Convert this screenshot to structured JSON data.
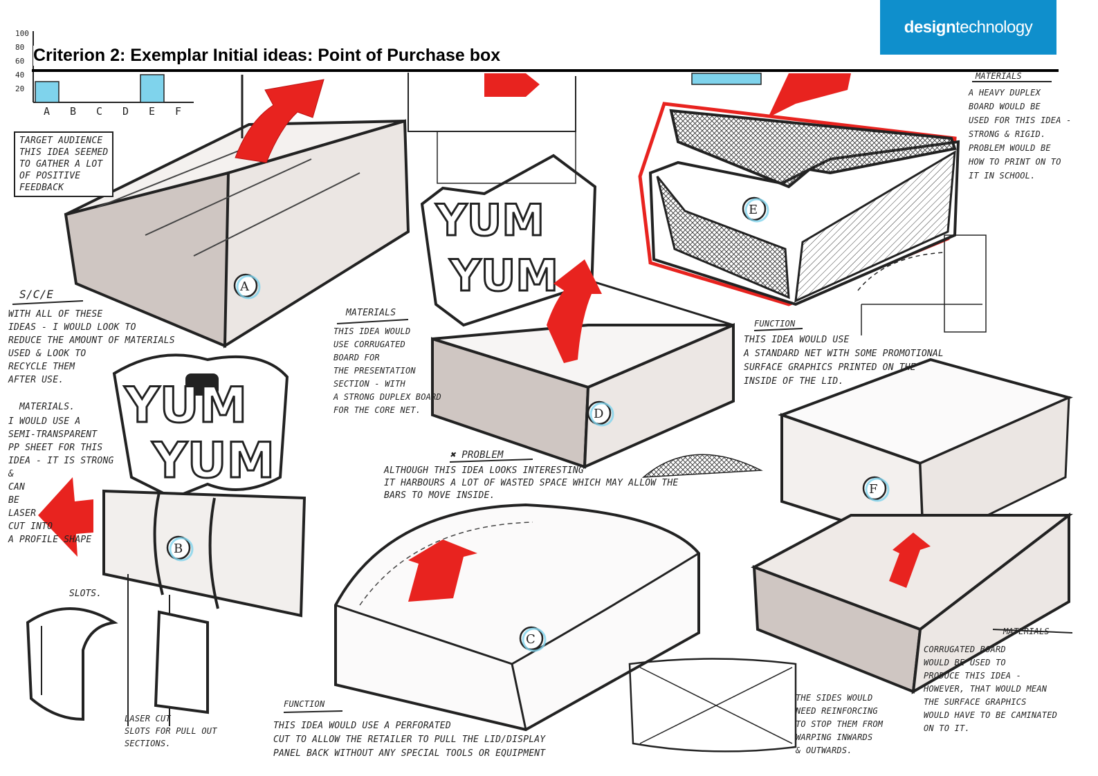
{
  "header": {
    "title": "Criterion 2: Exemplar Initial ideas: Point of Purchase box",
    "logo_bold": "design",
    "logo_light": "technology"
  },
  "chart": {
    "y_ticks": [
      "100",
      "80",
      "60",
      "40",
      "20"
    ],
    "x_ticks": [
      "A",
      "B",
      "C",
      "D",
      "E",
      "F"
    ],
    "bar_values": [
      30,
      0,
      0,
      0,
      40,
      0
    ]
  },
  "labels": {
    "a": "A",
    "b": "B",
    "c": "C",
    "d": "D",
    "e": "E",
    "f": "F",
    "yum1": "YUM",
    "yum2": "YUM",
    "yum3": "YUM",
    "yum4": "YUM",
    "slots": "SLOTS."
  },
  "notes": {
    "target": "TARGET AUDIENCE\nTHIS IDEA SEEMED\nTO GATHER A LOT\nOF POSITIVE\nFEEDBACK",
    "sie_heading": "S/C/E",
    "sie": "WITH ALL OF THESE\nIDEAS - I WOULD LOOK TO\nREDUCE THE AMOUNT OF MATERIALS\nUSED & LOOK TO\nRECYCLE THEM\nAFTER USE.",
    "materials_b_heading": "MATERIALS.",
    "materials_b": "I WOULD USE A\nSEMI-TRANSPARENT\nPP SHEET FOR THIS\nIDEA - IT IS STRONG\n&\nCAN\nBE\nLASER\nCUT INTO\nA PROFILE SHAPE",
    "materials_d_heading": "MATERIALS",
    "materials_d": "THIS IDEA WOULD\nUSE CORRUGATED\nBOARD FOR\nTHE PRESENTATION\nSECTION - WITH\nA STRONG DUPLEX BOARD\nFOR THE CORE NET.",
    "problem_heading": "PROBLEM",
    "problem": "ALTHOUGH THIS IDEA LOOKS INTERESTING\nIT HARBOURS A LOT OF WASTED SPACE WHICH MAY ALLOW THE\nBARS TO MOVE INSIDE.",
    "materials_e_heading": "MATERIALS",
    "materials_e": "A HEAVY DUPLEX\nBOARD WOULD BE\nUSED FOR THIS IDEA -\nSTRONG & RIGID.\nPROBLEM WOULD BE\nHOW TO PRINT ON TO\nIT IN SCHOOL.",
    "function_f_heading": "FUNCTION",
    "function_f": "THIS IDEA WOULD USE\nA STANDARD NET WITH SOME PROMOTIONAL\nSURFACE GRAPHICS PRINTED ON THE\nINSIDE OF THE LID.",
    "slots_note": "LASER CUT\nSLOTS FOR PULL OUT\nSECTIONS.",
    "function_c_heading": "FUNCTION",
    "function_c": "THIS IDEA WOULD USE A PERFORATED\nCUT TO ALLOW THE RETAILER TO PULL THE LID/DISPLAY\nPANEL BACK WITHOUT ANY SPECIAL TOOLS OR EQUIPMENT",
    "sides": "THE SIDES WOULD\nNEED REINFORCING\nTO STOP THEM FROM\nWARPING INWARDS\n& OUTWARDS.",
    "materials_f_heading": "MATERIALS",
    "materials_f": "CORRUGATED BOARD\nWOULD BE USED TO\nPRODUCE THIS IDEA -\nHOWEVER, THAT WOULD MEAN\nTHE SURFACE GRAPHICS\nWOULD HAVE TO BE CAMINATED\nON TO IT."
  },
  "colors": {
    "accent_red": "#e8231f",
    "highlight_blue": "#7fd3ec",
    "grey_face": "#c8c0bc",
    "logo_blue": "#0f8fcc"
  }
}
